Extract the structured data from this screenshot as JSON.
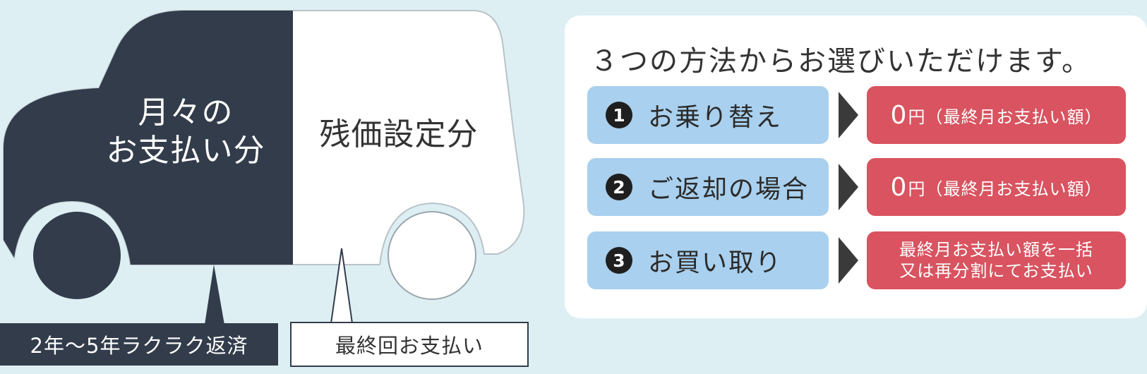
{
  "illustration": {
    "monthly_label": [
      "月々の",
      "お支払い分"
    ],
    "residual_label": "残価設定分",
    "callout_monthly": "2年〜5年ラクラク返済",
    "callout_final": "最終回お支払い"
  },
  "options_panel": {
    "title": "３つの方法からお選びいただけます。",
    "options": [
      {
        "number": "1",
        "label": "お乗り替え",
        "result_zero": "0",
        "result_rest": "円（最終月お支払い額）"
      },
      {
        "number": "2",
        "label": "ご返却の場合",
        "result_zero": "0",
        "result_rest": "円（最終月お支払い額）"
      },
      {
        "number": "3",
        "label": "お買い取り",
        "result_lines": [
          "最終月お支払い額を一括",
          "又は再分割にてお支払い"
        ]
      }
    ]
  },
  "colors": {
    "background": "#deeff4",
    "car_dark": "#323c4b",
    "option_blue": "#a9d0ee",
    "result_red": "#d95360"
  }
}
